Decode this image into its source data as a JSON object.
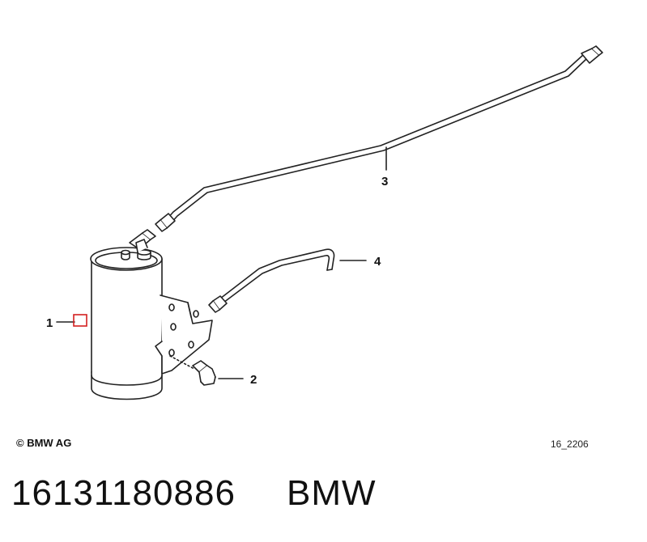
{
  "diagram": {
    "callouts": {
      "part1": "1",
      "part2": "2",
      "part3": "3",
      "part4": "4"
    },
    "highlight_color": "#d42020",
    "line_color": "#222222"
  },
  "footer": {
    "copyright": "© BMW AG",
    "diagram_id": "16_2206"
  },
  "caption": {
    "part_number": "16131180886",
    "brand": "BMW"
  }
}
